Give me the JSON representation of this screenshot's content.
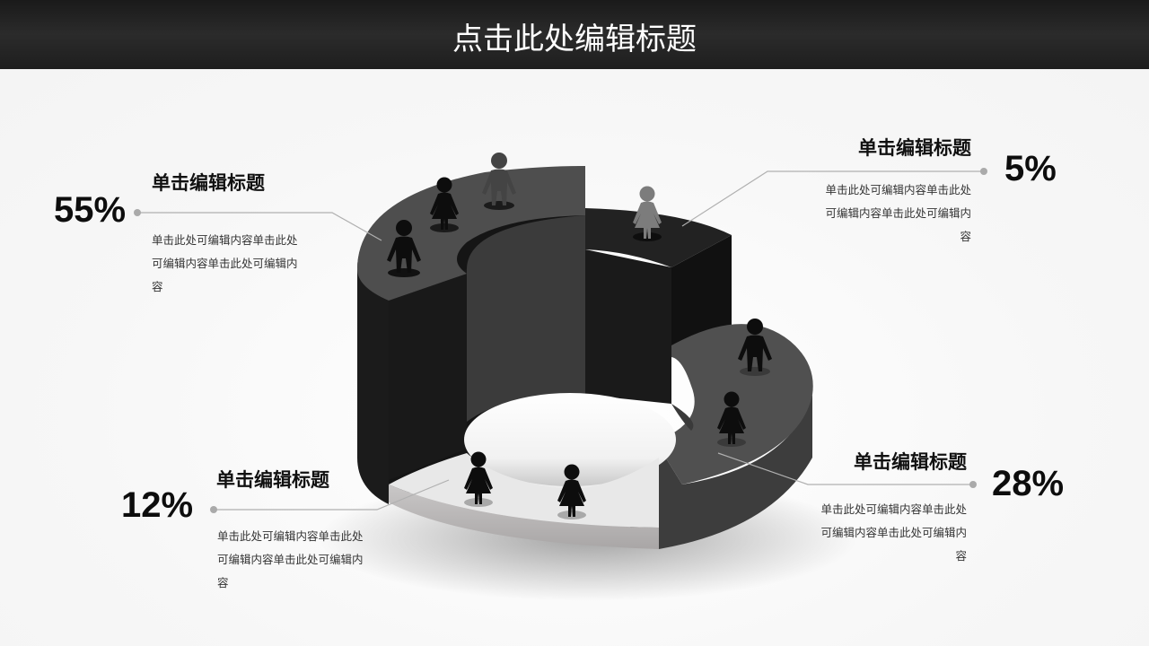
{
  "header": {
    "title": "点击此处编辑标题"
  },
  "segments": [
    {
      "id": "seg-a",
      "percent": "55%",
      "title": "单击编辑标题",
      "description": "单击此处可编辑内容单击此处可编辑内容单击此处可编辑内容"
    },
    {
      "id": "seg-b",
      "percent": "5%",
      "title": "单击编辑标题",
      "description": "单击此处可编辑内容单击此处可编辑内容单击此处可编辑内容"
    },
    {
      "id": "seg-c",
      "percent": "28%",
      "title": "单击编辑标题",
      "description": "单击此处可编辑内容单击此处可编辑内容单击此处可编辑内容"
    },
    {
      "id": "seg-d",
      "percent": "12%",
      "title": "单击编辑标题",
      "description": "单击此处可编辑内容单击此处可编辑内容单击此处可编辑内容"
    }
  ],
  "colors": {
    "header_bg": "#222222",
    "seg_a": "#4a4a4a",
    "seg_b": "#1c1c1c",
    "seg_c": "#4d4d4d",
    "seg_d": "#e6e6e6",
    "leader_line": "#b0b0b0"
  },
  "chart_data": {
    "type": "pie",
    "style": "3d-ring-with-people-icons",
    "title": "点击此处编辑标题",
    "categories": [
      "单击编辑标题 (55%)",
      "单击编辑标题 (5%)",
      "单击编辑标题 (28%)",
      "单击编辑标题 (12%)"
    ],
    "values": [
      55,
      5,
      28,
      12
    ],
    "labels": [
      "55%",
      "5%",
      "28%",
      "12%"
    ],
    "legend_position": "callouts"
  }
}
